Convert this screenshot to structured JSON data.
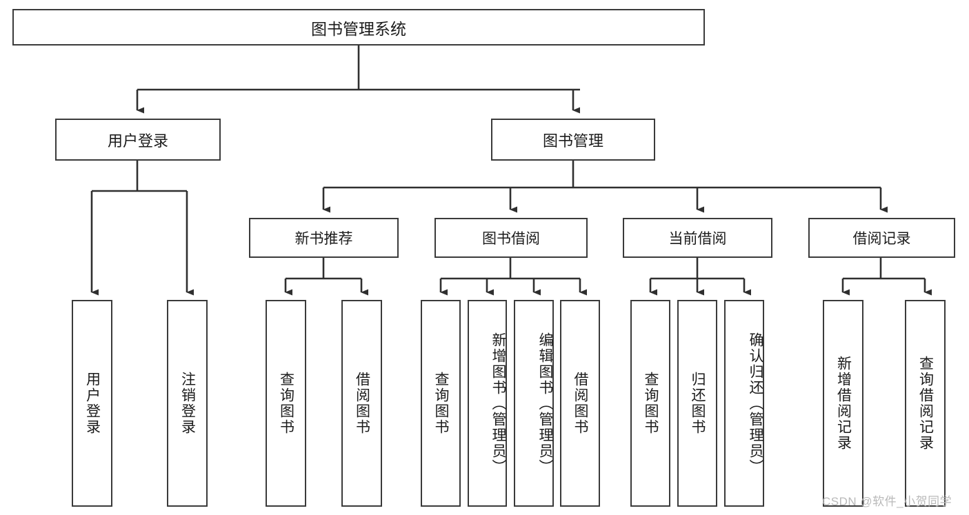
{
  "diagram": {
    "title_box": {
      "label": "图书管理系统"
    },
    "level2": [
      {
        "id": "user-login",
        "label": "用户登录"
      },
      {
        "id": "book-management",
        "label": "图书管理"
      }
    ],
    "level3": [
      {
        "id": "new-book-recommend",
        "label": "新书推荐"
      },
      {
        "id": "book-borrow",
        "label": "图书借阅"
      },
      {
        "id": "current-borrow",
        "label": "当前借阅"
      },
      {
        "id": "borrow-record",
        "label": "借阅记录"
      }
    ],
    "leaves": [
      {
        "id": "leaf-user-login",
        "label": "用户登录",
        "align": "centered"
      },
      {
        "id": "leaf-logout-login",
        "label": "注销登录",
        "align": "centered"
      },
      {
        "id": "leaf-query-book-1",
        "label": "查询图书",
        "align": "centered"
      },
      {
        "id": "leaf-borrow-book-1",
        "label": "借阅图书",
        "align": "centered"
      },
      {
        "id": "leaf-query-book-2",
        "label": "查询图书",
        "align": "centered"
      },
      {
        "id": "leaf-add-book",
        "label": "新增图书（管理员）",
        "align": "top"
      },
      {
        "id": "leaf-edit-book",
        "label": "编辑图书（管理员）",
        "align": "top"
      },
      {
        "id": "leaf-borrow-book-2",
        "label": "借阅图书",
        "align": "centered"
      },
      {
        "id": "leaf-query-book-3",
        "label": "查询图书",
        "align": "centered"
      },
      {
        "id": "leaf-return-book",
        "label": "归还图书",
        "align": "centered"
      },
      {
        "id": "leaf-confirm-return",
        "label": "确认归还（管理员）",
        "align": "top"
      },
      {
        "id": "leaf-add-borrow-record",
        "label": "新增借阅记录",
        "align": "centered"
      },
      {
        "id": "leaf-query-borrow-record",
        "label": "查询借阅记录",
        "align": "centered"
      }
    ],
    "watermark": {
      "text": "CSDN @软件_小贺同学"
    },
    "colors": {
      "stroke": "#3a3a3a",
      "text": "#1b1b1b",
      "background": "#ffffff",
      "watermark": "#b9b9b9"
    }
  }
}
